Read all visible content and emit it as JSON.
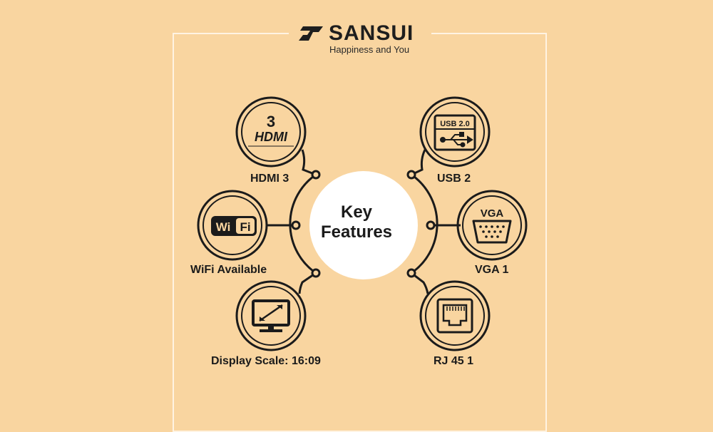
{
  "brand": {
    "name": "SANSUI",
    "tagline": "Happiness and You",
    "logo_icon": "sansui-logo-icon"
  },
  "center": {
    "title_line1": "Key",
    "title_line2": "Features"
  },
  "features": {
    "hdmi": {
      "label": "HDMI 3",
      "icon_number": "3",
      "icon_text": "HDMI",
      "icon": "hdmi-icon"
    },
    "wifi": {
      "label": "WiFi Available",
      "icon_text_a": "Wi",
      "icon_text_b": "Fi",
      "icon": "wifi-icon"
    },
    "display": {
      "label": "Display Scale: 16:09",
      "icon": "monitor-icon"
    },
    "usb": {
      "label": "USB 2",
      "icon_text": "USB 2.0",
      "icon": "usb-icon"
    },
    "vga": {
      "label": "VGA 1",
      "icon_text": "VGA",
      "icon": "vga-icon"
    },
    "rj45": {
      "label": "RJ 45 1",
      "icon": "ethernet-port-icon"
    }
  },
  "colors": {
    "background": "#f9d5a0",
    "ink": "#1b1b1b",
    "frame": "#fff3e2",
    "center": "#ffffff"
  }
}
